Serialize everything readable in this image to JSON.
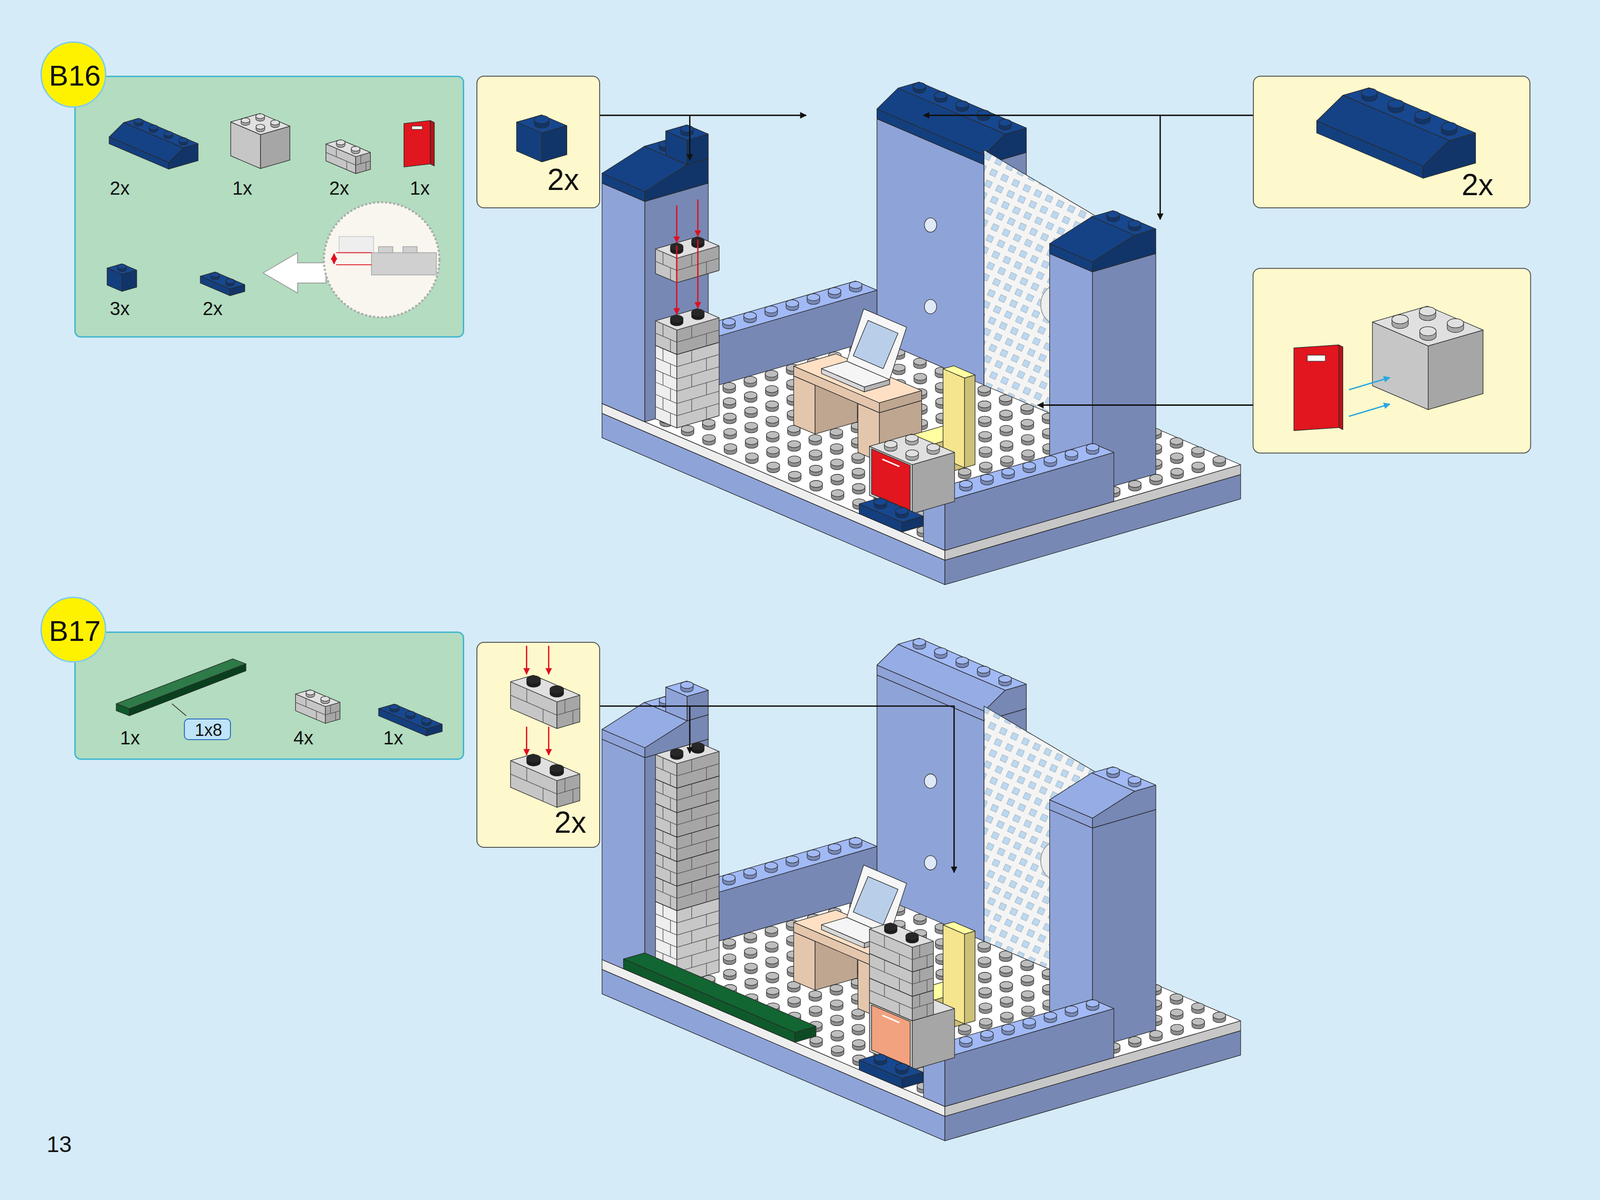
{
  "diagram": {
    "nodes": [
      {
        "text": [
          "B16"
        ]
      },
      {
        "text": [
          "2x",
          "1x",
          "2x",
          "1x",
          "3x",
          "2x"
        ]
      },
      {
        "text": [
          "2x"
        ]
      },
      {
        "text": [
          "2x"
        ]
      },
      {
        "text": [
          "B17"
        ]
      },
      {
        "text": [
          "1x",
          "4x",
          "1x"
        ]
      },
      {
        "text": [
          "1x8"
        ],
        "in": 5
      },
      {
        "text": [
          "2x"
        ]
      }
    ],
    "labels": [
      "13"
    ]
  }
}
